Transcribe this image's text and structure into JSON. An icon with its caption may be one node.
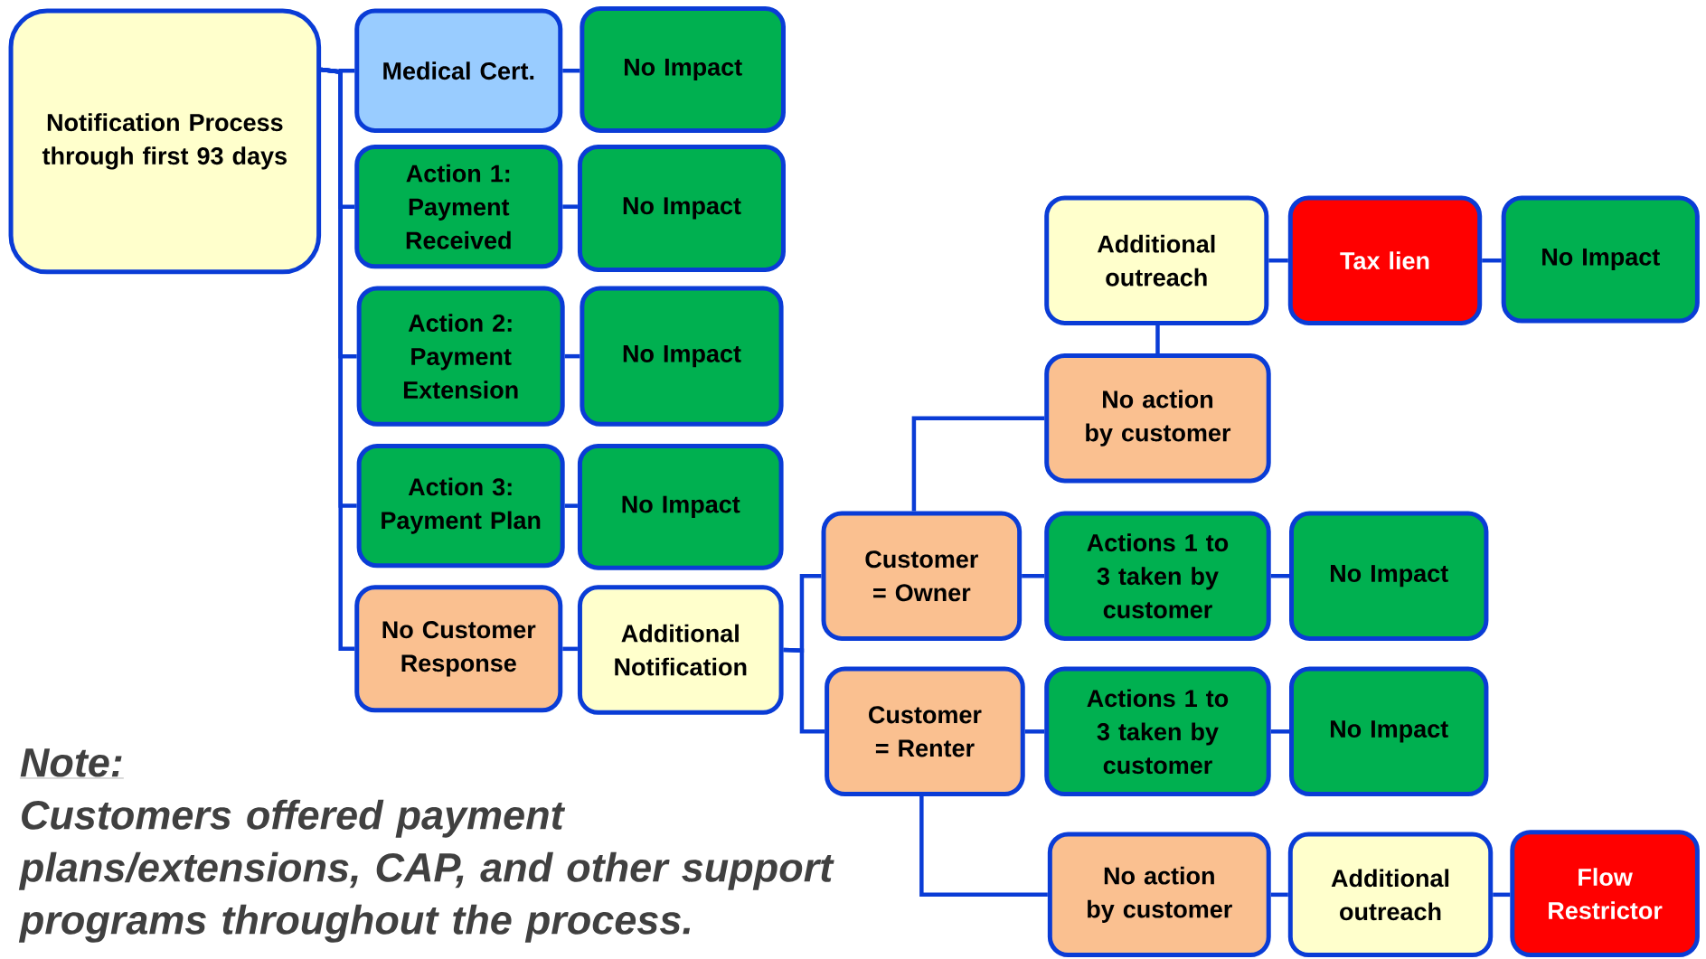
{
  "diagram": {
    "nodes": [
      {
        "text": [
          "Notification Process through first 93 days"
        ]
      },
      {
        "text": [
          "Medical Cert."
        ]
      },
      {
        "text": [
          "No Impact"
        ]
      },
      {
        "text": [
          "Action 1: Payment Received"
        ]
      },
      {
        "text": [
          "No Impact"
        ]
      },
      {
        "text": [
          "Action 2: Payment Extension"
        ]
      },
      {
        "text": [
          "No Impact"
        ]
      },
      {
        "text": [
          "Action 3: Payment Plan"
        ]
      },
      {
        "text": [
          "No Impact"
        ]
      },
      {
        "text": [
          "No Customer Response"
        ]
      },
      {
        "text": [
          "Additional Notification"
        ]
      },
      {
        "text": [
          "Additional outreach"
        ]
      },
      {
        "text": [
          "Tax lien"
        ]
      },
      {
        "text": [
          "No Impact"
        ]
      },
      {
        "text": [
          "No action by customer"
        ]
      },
      {
        "text": [
          "Customer = Owner"
        ]
      },
      {
        "text": [
          "Actions 1 to 3 taken by customer"
        ]
      },
      {
        "text": [
          "No Impact"
        ]
      },
      {
        "text": [
          "Customer = Renter"
        ]
      },
      {
        "text": [
          "Actions 1 to 3 taken by customer"
        ]
      },
      {
        "text": [
          "No Impact"
        ]
      },
      {
        "text": [
          "No action by customer"
        ]
      },
      {
        "text": [
          "Additional outreach"
        ]
      },
      {
        "text": [
          "Flow Restrictor"
        ]
      }
    ],
    "edges": [
      {
        "from": 0,
        "to": 1,
        "arrow": "none"
      },
      {
        "from": 0,
        "to": 3,
        "arrow": "none"
      },
      {
        "from": 0,
        "to": 5,
        "arrow": "none"
      },
      {
        "from": 0,
        "to": 7,
        "arrow": "none"
      },
      {
        "from": 0,
        "to": 9,
        "arrow": "none"
      },
      {
        "from": 1,
        "to": 2,
        "arrow": "none"
      },
      {
        "from": 3,
        "to": 4,
        "arrow": "none"
      },
      {
        "from": 5,
        "to": 6,
        "arrow": "none"
      },
      {
        "from": 7,
        "to": 8,
        "arrow": "none"
      },
      {
        "from": 9,
        "to": 10,
        "arrow": "none"
      },
      {
        "from": 10,
        "to": 15,
        "arrow": "none"
      },
      {
        "from": 10,
        "to": 18,
        "arrow": "none"
      },
      {
        "from": 15,
        "to": 14,
        "arrow": "none"
      },
      {
        "from": 14,
        "to": 11,
        "arrow": "none"
      },
      {
        "from": 11,
        "to": 12,
        "arrow": "none"
      },
      {
        "from": 12,
        "to": 13,
        "arrow": "none"
      },
      {
        "from": 15,
        "to": 16,
        "arrow": "none"
      },
      {
        "from": 16,
        "to": 17,
        "arrow": "none"
      },
      {
        "from": 18,
        "to": 19,
        "arrow": "none"
      },
      {
        "from": 19,
        "to": 20,
        "arrow": "none"
      },
      {
        "from": 18,
        "to": 21,
        "arrow": "none"
      },
      {
        "from": 21,
        "to": 22,
        "arrow": "none"
      },
      {
        "from": 22,
        "to": 23,
        "arrow": "none"
      }
    ],
    "labels": [
      "Note:",
      "Customers offered payment plans/extensions, CAP, and other support programs throughout the process."
    ]
  }
}
